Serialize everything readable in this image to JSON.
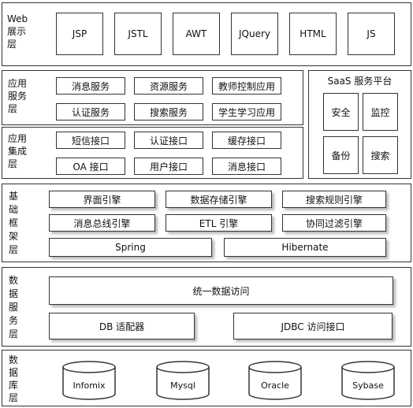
{
  "layers": {
    "web": {
      "label": "Web 展示 层",
      "items": [
        "JSP",
        "JSTL",
        "AWT",
        "JQuery",
        "HTML",
        "JS"
      ]
    },
    "app_service": {
      "label": "应用 服务 层",
      "items": [
        "消息服务",
        "资源服务",
        "教师控制应用",
        "认证服务",
        "搜索服务",
        "学生学习应用"
      ]
    },
    "app_integration": {
      "label": "应用 集成 层",
      "items": [
        "短信接口",
        "认证接口",
        "缓存接口",
        "OA 接口",
        "用户接口",
        "消息接口"
      ]
    },
    "saas": {
      "title": "SaaS 服务平台",
      "items": [
        "安全",
        "监控",
        "备份",
        "搜索"
      ]
    },
    "framework": {
      "label": "基 础 框 架 层",
      "items": [
        "界面引擎",
        "数据存储引擎",
        "搜索规则引擎",
        "消息总线引擎",
        "ETL 引擎",
        "协同过滤引擎",
        "Spring",
        "Hibernate"
      ]
    },
    "data_service": {
      "label": "数 据 服 务 层",
      "items": [
        "统一数据访问",
        "DB 适配器",
        "JDBC 访问接口"
      ]
    },
    "database": {
      "label": "数 据 库 层",
      "items": [
        "Infomix",
        "Mysql",
        "Oracle",
        "Sybase"
      ]
    }
  }
}
